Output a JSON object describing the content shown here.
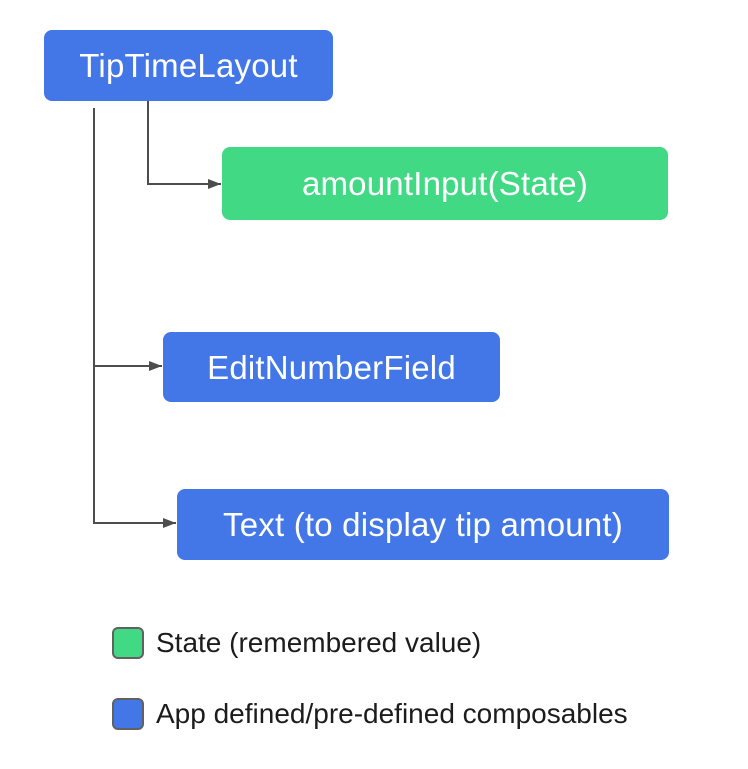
{
  "diagram": {
    "nodes": [
      {
        "id": "tiptimelayout",
        "label": "TipTimeLayout",
        "type": "composable"
      },
      {
        "id": "amountinput",
        "label": "amountInput(State)",
        "type": "state"
      },
      {
        "id": "editnumberfield",
        "label": "EditNumberField",
        "type": "composable"
      },
      {
        "id": "text",
        "label": "Text (to display tip amount)",
        "type": "composable"
      }
    ],
    "edges": [
      {
        "from": "TipTimeLayout",
        "to": "amountInput(State)"
      },
      {
        "from": "TipTimeLayout",
        "to": "EditNumberField"
      },
      {
        "from": "TipTimeLayout",
        "to": "Text (to display tip amount)"
      }
    ],
    "legend": [
      {
        "swatch": "state-green",
        "label": "State (remembered value)"
      },
      {
        "swatch": "composable-blue",
        "label": "App defined/pre-defined composables"
      }
    ],
    "colors": {
      "composable_blue": "#4377E8",
      "state_green": "#42D985",
      "connector_gray": "#4D4D4D",
      "swatch_border": "#616161",
      "node_text": "#FFFFFF",
      "legend_text": "#1C1C1C",
      "background": "#FFFFFF"
    }
  }
}
